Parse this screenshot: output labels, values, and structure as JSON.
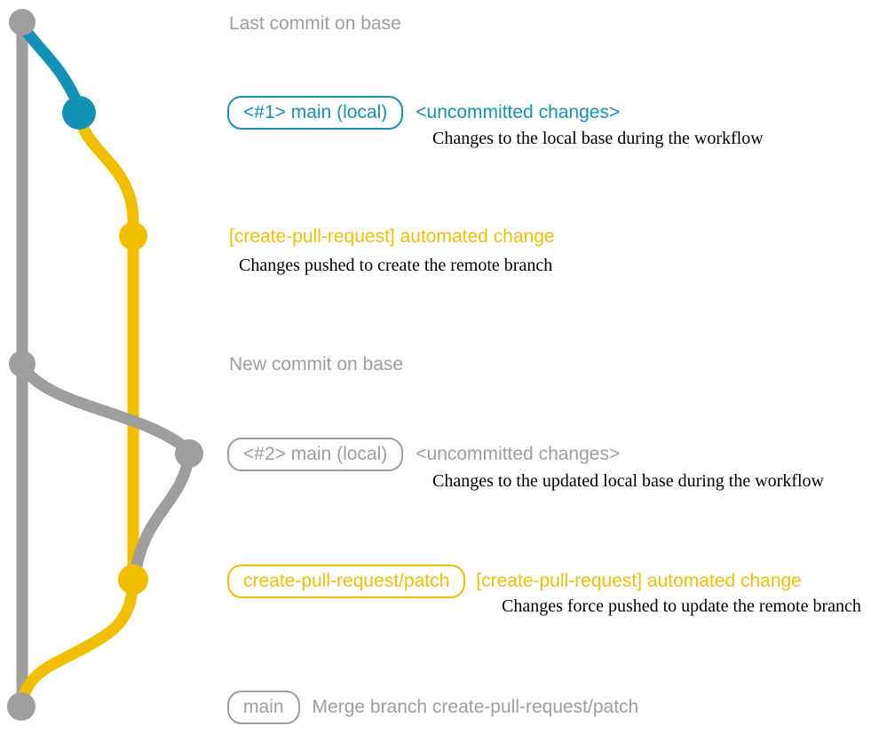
{
  "colors": {
    "branch_base_gray": "#9E9E9E",
    "branch_local_teal": "#1192B6",
    "branch_patch_yellow": "#F2BE00",
    "description_text": "#000000",
    "background": "#FFFFFF"
  },
  "rows": [
    {
      "label": "Last commit on base"
    },
    {
      "badge": "<#1> main (local)",
      "title": "<uncommitted changes>",
      "desc": "Changes to the local base during the workflow"
    },
    {
      "title": "[create-pull-request] automated change",
      "desc": "Changes pushed to create the remote branch"
    },
    {
      "label": "New commit on base"
    },
    {
      "badge": "<#2> main (local)",
      "title": "<uncommitted changes>",
      "desc": "Changes to the updated local base during the workflow"
    },
    {
      "badge": "create-pull-request/patch",
      "title": "[create-pull-request] automated change",
      "desc": "Changes force pushed to update the remote branch"
    },
    {
      "badge": "main",
      "title": "Merge branch create-pull-request/patch"
    }
  ],
  "graph": {
    "commit_colors": {
      "last-commit-on-base": "#9E9E9E",
      "main-local-1": "#1192B6",
      "create-pull-request-commit-1": "#F2BE00",
      "new-commit-on-base": "#9E9E9E",
      "main-local-2": "#9E9E9E",
      "create-pull-request-commit-2": "#F2BE00",
      "merge-commit": "#9E9E9E"
    }
  }
}
